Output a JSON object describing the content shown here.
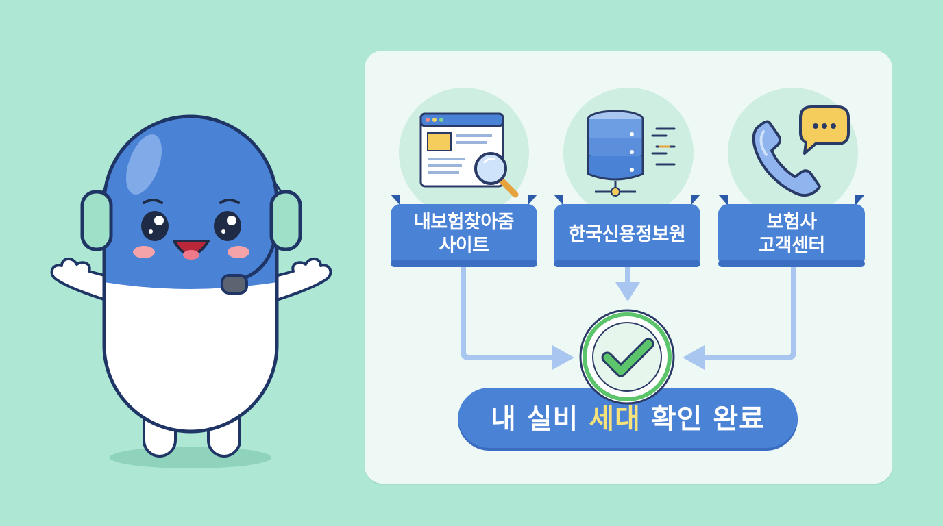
{
  "sources": [
    {
      "icon": "web-search-icon",
      "label_lines": [
        "내보험찾아줌",
        "사이트"
      ]
    },
    {
      "icon": "database-server-icon",
      "label_lines": [
        "한국신용정보원"
      ]
    },
    {
      "icon": "phone-chat-icon",
      "label_lines": [
        "보험사",
        "고객센터"
      ]
    }
  ],
  "result": {
    "part1": "내 실비",
    "highlight": "세대",
    "part2": "확인 완료"
  },
  "colors": {
    "background": "#aee8d4",
    "panel": "#eef9f6",
    "ribbon_blue": "#4a82d6",
    "highlight_yellow": "#f6e27a",
    "check_green": "#5cc46a"
  }
}
